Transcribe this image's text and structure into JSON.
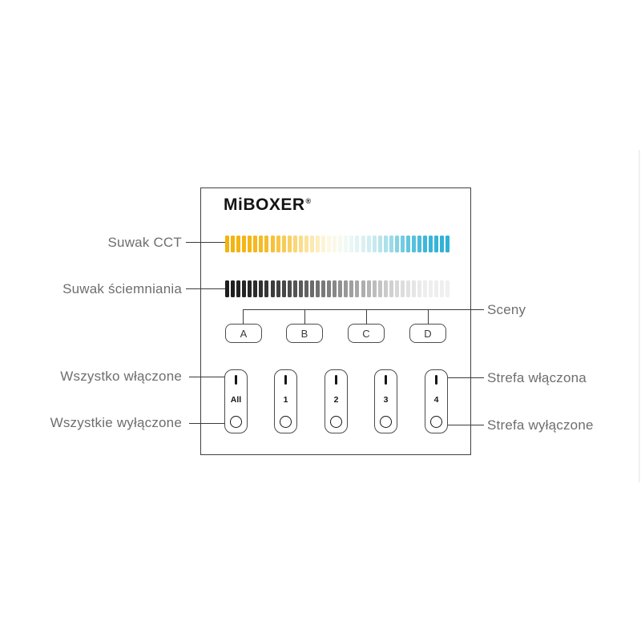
{
  "brand": {
    "name": "MiBOXER",
    "registered_mark": "®"
  },
  "device": {
    "cct_slider": {
      "segments": 40,
      "stops": [
        "#F3B30F",
        "#F4B616",
        "#F5BD2B",
        "#F8CE5F",
        "#FBE49E",
        "#FEF8E3",
        "#F0F9F6",
        "#D4EFF0",
        "#A6DFE9",
        "#62C6DE",
        "#38B6D9",
        "#2FB1D6"
      ]
    },
    "dim_slider": {
      "segments": 40,
      "stops": [
        "#1D1D1D",
        "#262626",
        "#3A3A3A",
        "#525252",
        "#6E6E6E",
        "#8C8C8C",
        "#AAAAAA",
        "#C6C6C6",
        "#DEDEDE",
        "#EDEDED",
        "#F0F0F0"
      ]
    },
    "scene_buttons": [
      "A",
      "B",
      "C",
      "D"
    ],
    "zone_buttons": [
      {
        "label": "All",
        "on_symbol": "I",
        "off_symbol": "O"
      },
      {
        "label": "1",
        "on_symbol": "I",
        "off_symbol": "O"
      },
      {
        "label": "2",
        "on_symbol": "I",
        "off_symbol": "O"
      },
      {
        "label": "3",
        "on_symbol": "I",
        "off_symbol": "O"
      },
      {
        "label": "4",
        "on_symbol": "I",
        "off_symbol": "O"
      }
    ]
  },
  "callouts": {
    "cct": "Suwak CCT",
    "dimming": "Suwak ściemniania",
    "scenes": "Sceny",
    "all_on": "Wszystko włączone",
    "all_off": "Wszystkie wyłączone",
    "zone_on": "Strefa włączona",
    "zone_off": "Strefa wyłączone"
  },
  "colors": {
    "warm_end": "#F3B30F",
    "cool_end": "#2FB1D6",
    "label_text": "#6E6E6E",
    "connector_line": "#3B3B3B",
    "panel_border": "#414141"
  }
}
